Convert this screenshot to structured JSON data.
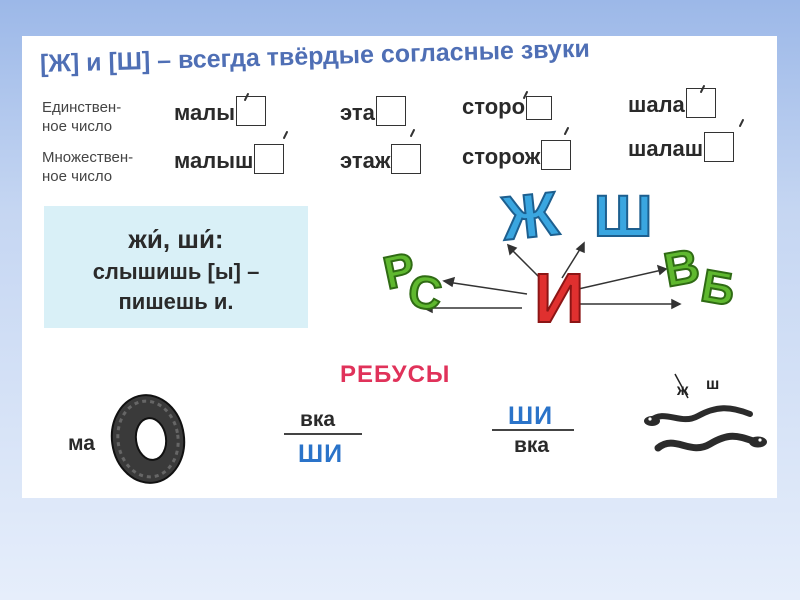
{
  "title": "[Ж] и [Ш] – всегда твёрдые согласные звуки",
  "rows": {
    "singular_label": [
      "Единствен-",
      "ное число"
    ],
    "plural_label": [
      "Множествен-",
      "ное число"
    ],
    "singular_words": [
      "малы",
      "эта",
      "сторо",
      "шала"
    ],
    "plural_words": [
      "малыш",
      "этаж",
      "сторож",
      "шалаш"
    ]
  },
  "rule": {
    "line1": "жи́, ши́:",
    "line2": "слышишь [ы] –",
    "line3": "пишешь и."
  },
  "illustration": {
    "center_letter": "И",
    "top_letters": [
      "Ж",
      "Ш"
    ],
    "left_letters": [
      "Р",
      "С"
    ],
    "right_letters": [
      "В",
      "Б"
    ]
  },
  "rebuses": {
    "heading": "РЕБУСЫ",
    "r1_text": "ма",
    "r1_picture": "tire",
    "r2_top": "вка",
    "r2_bottom": "ШИ",
    "r3_top": "ШИ",
    "r3_bottom": "вка",
    "r4_struck": "ж",
    "r4_letter": "ш",
    "r4_picture": "snakes"
  },
  "colors": {
    "title": "#4f6fb5",
    "rule_bg": "#d9f0f7",
    "rebus_heading": "#e0325a",
    "rebus_blue": "#2a73c9",
    "letter_blue": "#3aa6e0",
    "letter_green": "#5fb82f",
    "letter_red": "#e0302f"
  }
}
